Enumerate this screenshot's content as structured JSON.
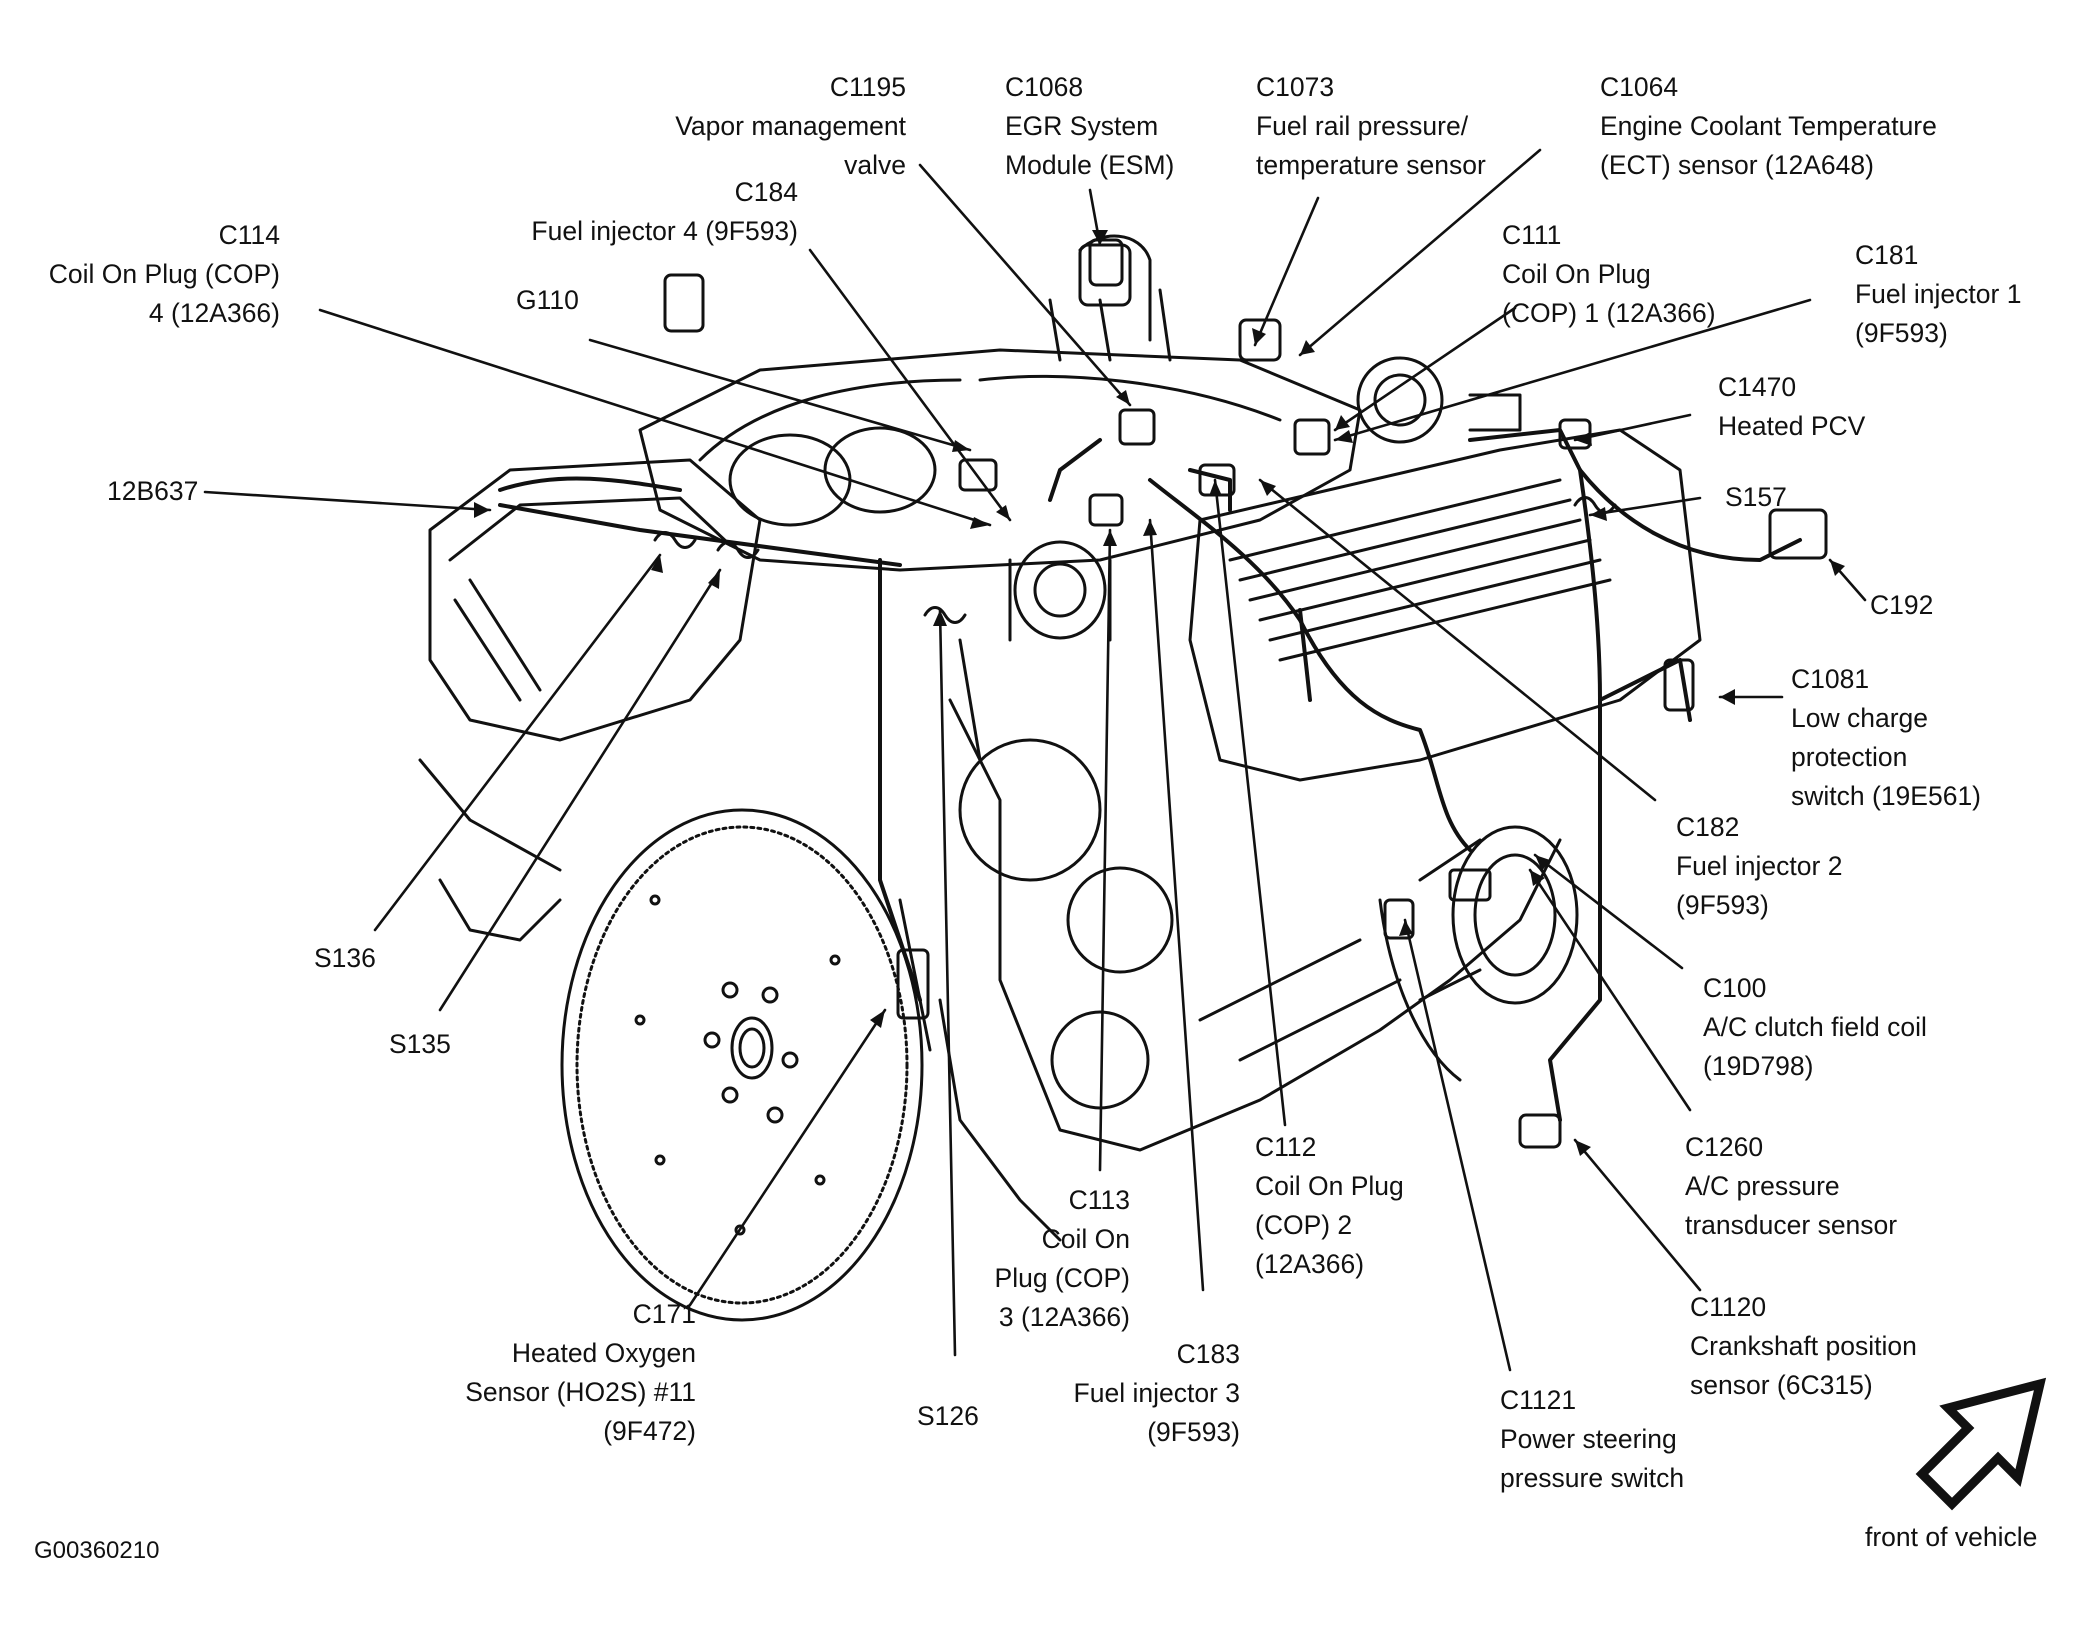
{
  "figure_id": "G00360210",
  "front_label": "front of vehicle",
  "labels": {
    "c1195": [
      "C1195",
      "Vapor management",
      "valve"
    ],
    "c1068": [
      "C1068",
      "EGR System",
      "Module (ESM)"
    ],
    "c1073": [
      "C1073",
      "Fuel rail pressure/",
      "temperature sensor"
    ],
    "c1064": [
      "C1064",
      "Engine Coolant Temperature",
      "(ECT) sensor (12A648)"
    ],
    "c184": [
      "C184",
      "Fuel injector 4 (9F593)"
    ],
    "c114": [
      "C114",
      "Coil On Plug (COP)",
      "4 (12A366)"
    ],
    "g110": [
      "G110"
    ],
    "c111": [
      "C111",
      "Coil On Plug",
      "(COP) 1 (12A366)"
    ],
    "c181": [
      "C181",
      "Fuel injector 1",
      "(9F593)"
    ],
    "c1470": [
      "C1470",
      "Heated PCV"
    ],
    "b12b637": [
      "12B637"
    ],
    "s157": [
      "S157"
    ],
    "c192": [
      "C192"
    ],
    "c1081": [
      "C1081",
      "Low charge",
      "protection",
      "switch (19E561)"
    ],
    "c182": [
      "C182",
      "Fuel injector 2",
      "(9F593)"
    ],
    "s136": [
      "S136"
    ],
    "c100": [
      "C100",
      "A/C clutch field coil",
      "(19D798)"
    ],
    "s135": [
      "S135"
    ],
    "c112": [
      "C112",
      "Coil On Plug",
      "(COP) 2",
      "(12A366)"
    ],
    "c1260": [
      "C1260",
      "A/C pressure",
      "transducer sensor"
    ],
    "c113": [
      "C113",
      "Coil On",
      "Plug (COP)",
      "3 (12A366)"
    ],
    "c171": [
      "C171",
      "Heated Oxygen",
      "Sensor (HO2S) #11",
      "(9F472)"
    ],
    "c183": [
      "C183",
      "Fuel injector 3",
      "(9F593)"
    ],
    "c1120": [
      "C1120",
      "Crankshaft position",
      "sensor (6C315)"
    ],
    "s126": [
      "S126"
    ],
    "c1121": [
      "C1121",
      "Power steering",
      "pressure switch"
    ]
  }
}
